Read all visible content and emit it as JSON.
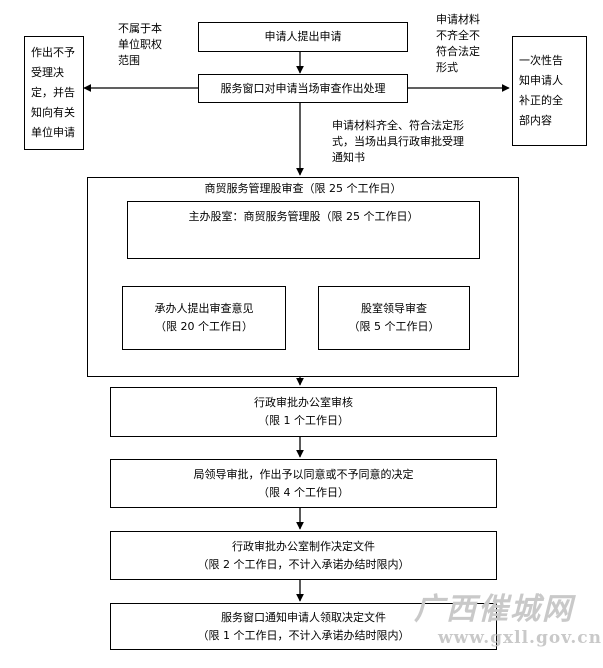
{
  "nodes": {
    "apply": {
      "lines": [
        "申请人提出申请"
      ]
    },
    "window": {
      "lines": [
        "服务窗口对申请当场审查作出处理"
      ]
    },
    "reject": {
      "lines": [
        "作出不予",
        "受理决",
        "定，并告",
        "知向有关",
        "单位申请"
      ]
    },
    "correct": {
      "lines": [
        "一次性告",
        "知申请人",
        "补正的全",
        "部内容"
      ]
    },
    "review_group": {
      "lines": [
        "商贸服务管理股审查（限 25 个工作日）"
      ]
    },
    "lead_dept": {
      "lines": [
        "主办股室：商贸服务管理股（限 25 个工作日）"
      ]
    },
    "handler": {
      "lines": [
        "承办人提出审查意见",
        "（限 20 个工作日）"
      ]
    },
    "dept_leader": {
      "lines": [
        "股室领导审查",
        "（限 5 个工作日）"
      ]
    },
    "office_review": {
      "lines": [
        "行政审批办公室审核",
        "（限 1 个工作日）"
      ]
    },
    "bureau": {
      "lines": [
        "局领导审批，作出予以同意或不予同意的决定",
        "（限 4 个工作日）"
      ]
    },
    "make_doc": {
      "lines": [
        "行政审批办公室制作决定文件",
        "（限 2 个工作日，不计入承诺办结时限内）"
      ]
    },
    "notify": {
      "lines": [
        "服务窗口通知申请人领取决定文件",
        "（限 1 个工作日，不计入承诺办结时限内）"
      ]
    }
  },
  "edge_labels": {
    "not_in_scope": "不属于本\n单位职权\n范围",
    "incomplete": "申请材料\n不齐全不\n符合法定\n形式",
    "complete": "申请材料齐全、符合法定形\n式，当场出具行政审批受理\n通知书"
  },
  "watermark": {
    "logo_text": "广西催城网",
    "url": "www.gxll.gov.cn"
  }
}
